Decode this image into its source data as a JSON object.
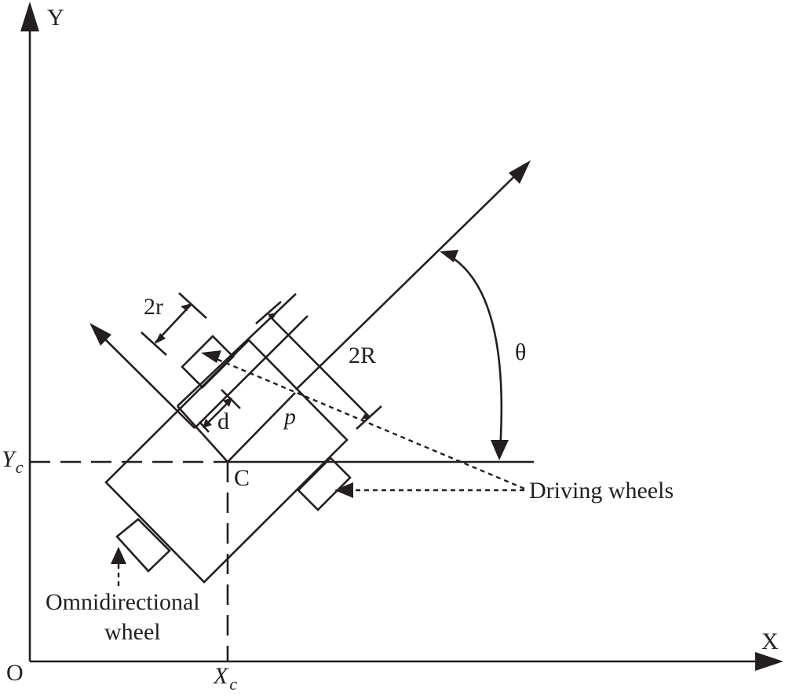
{
  "axes": {
    "x_label": "X",
    "y_label": "Y",
    "origin_label": "O",
    "xc_label": "X",
    "xc_sub": "c",
    "yc_label": "Y",
    "yc_sub": "c"
  },
  "labels": {
    "center": "C",
    "wheel_width": "2r",
    "wheelbase": "2R",
    "offset": "d",
    "point": "p",
    "angle": "θ",
    "driving_wheels": "Driving wheels",
    "omni_line1": "Omnidirectional",
    "omni_line2": "wheel"
  }
}
